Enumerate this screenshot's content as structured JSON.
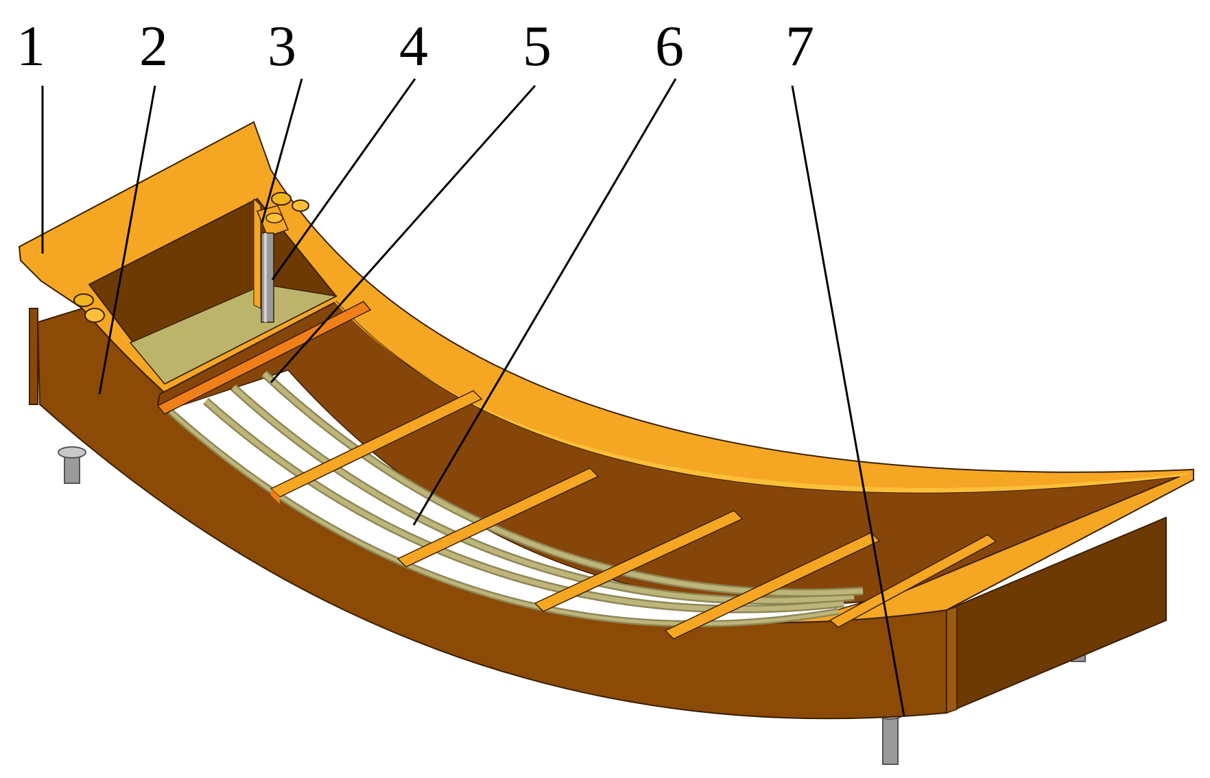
{
  "callouts": [
    {
      "id": "1",
      "label": "1"
    },
    {
      "id": "2",
      "label": "2"
    },
    {
      "id": "3",
      "label": "3"
    },
    {
      "id": "4",
      "label": "4"
    },
    {
      "id": "5",
      "label": "5"
    },
    {
      "id": "6",
      "label": "6"
    },
    {
      "id": "7",
      "label": "7"
    }
  ],
  "colors": {
    "frame_top": "#F5A623",
    "frame_light": "#FBBF3A",
    "cross_bar_edge": "#F07F1A",
    "side_wall": "#8B4A06",
    "side_wall_dark": "#6E3A04",
    "floor_panel": "#86460A",
    "slat": "#BEB57A",
    "slat_dark": "#8E8656",
    "opening": "#FFFFFF",
    "box_floor": "#BCB46A",
    "leg": "#9A9A9A",
    "leader": "#000000"
  }
}
